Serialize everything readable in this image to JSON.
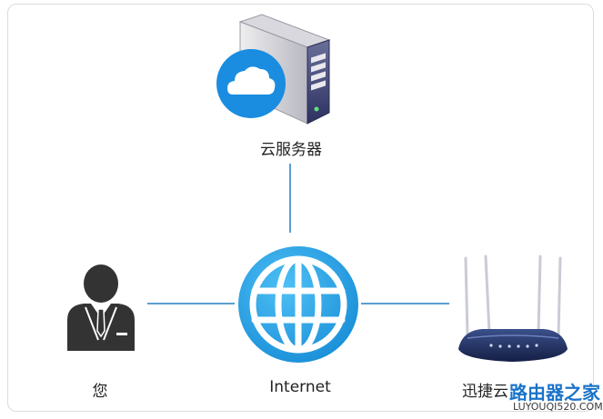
{
  "nodes": {
    "cloud_server": {
      "label": "云服务器",
      "icon": "cloud-server-icon"
    },
    "user": {
      "label": "您",
      "icon": "person-icon"
    },
    "internet": {
      "label": "Internet",
      "icon": "globe-icon"
    },
    "router": {
      "label": "迅捷云",
      "icon": "router-icon"
    }
  },
  "watermark": {
    "main": "路由器之家",
    "sub": "LUYOUQI520.COM"
  },
  "colors": {
    "connector": "#5a9fd0",
    "globe": "#29a3e8",
    "cloud_badge": "#1a8de0",
    "person": "#333333",
    "router": "#1e2f5e",
    "watermark": "#1a73c9"
  }
}
